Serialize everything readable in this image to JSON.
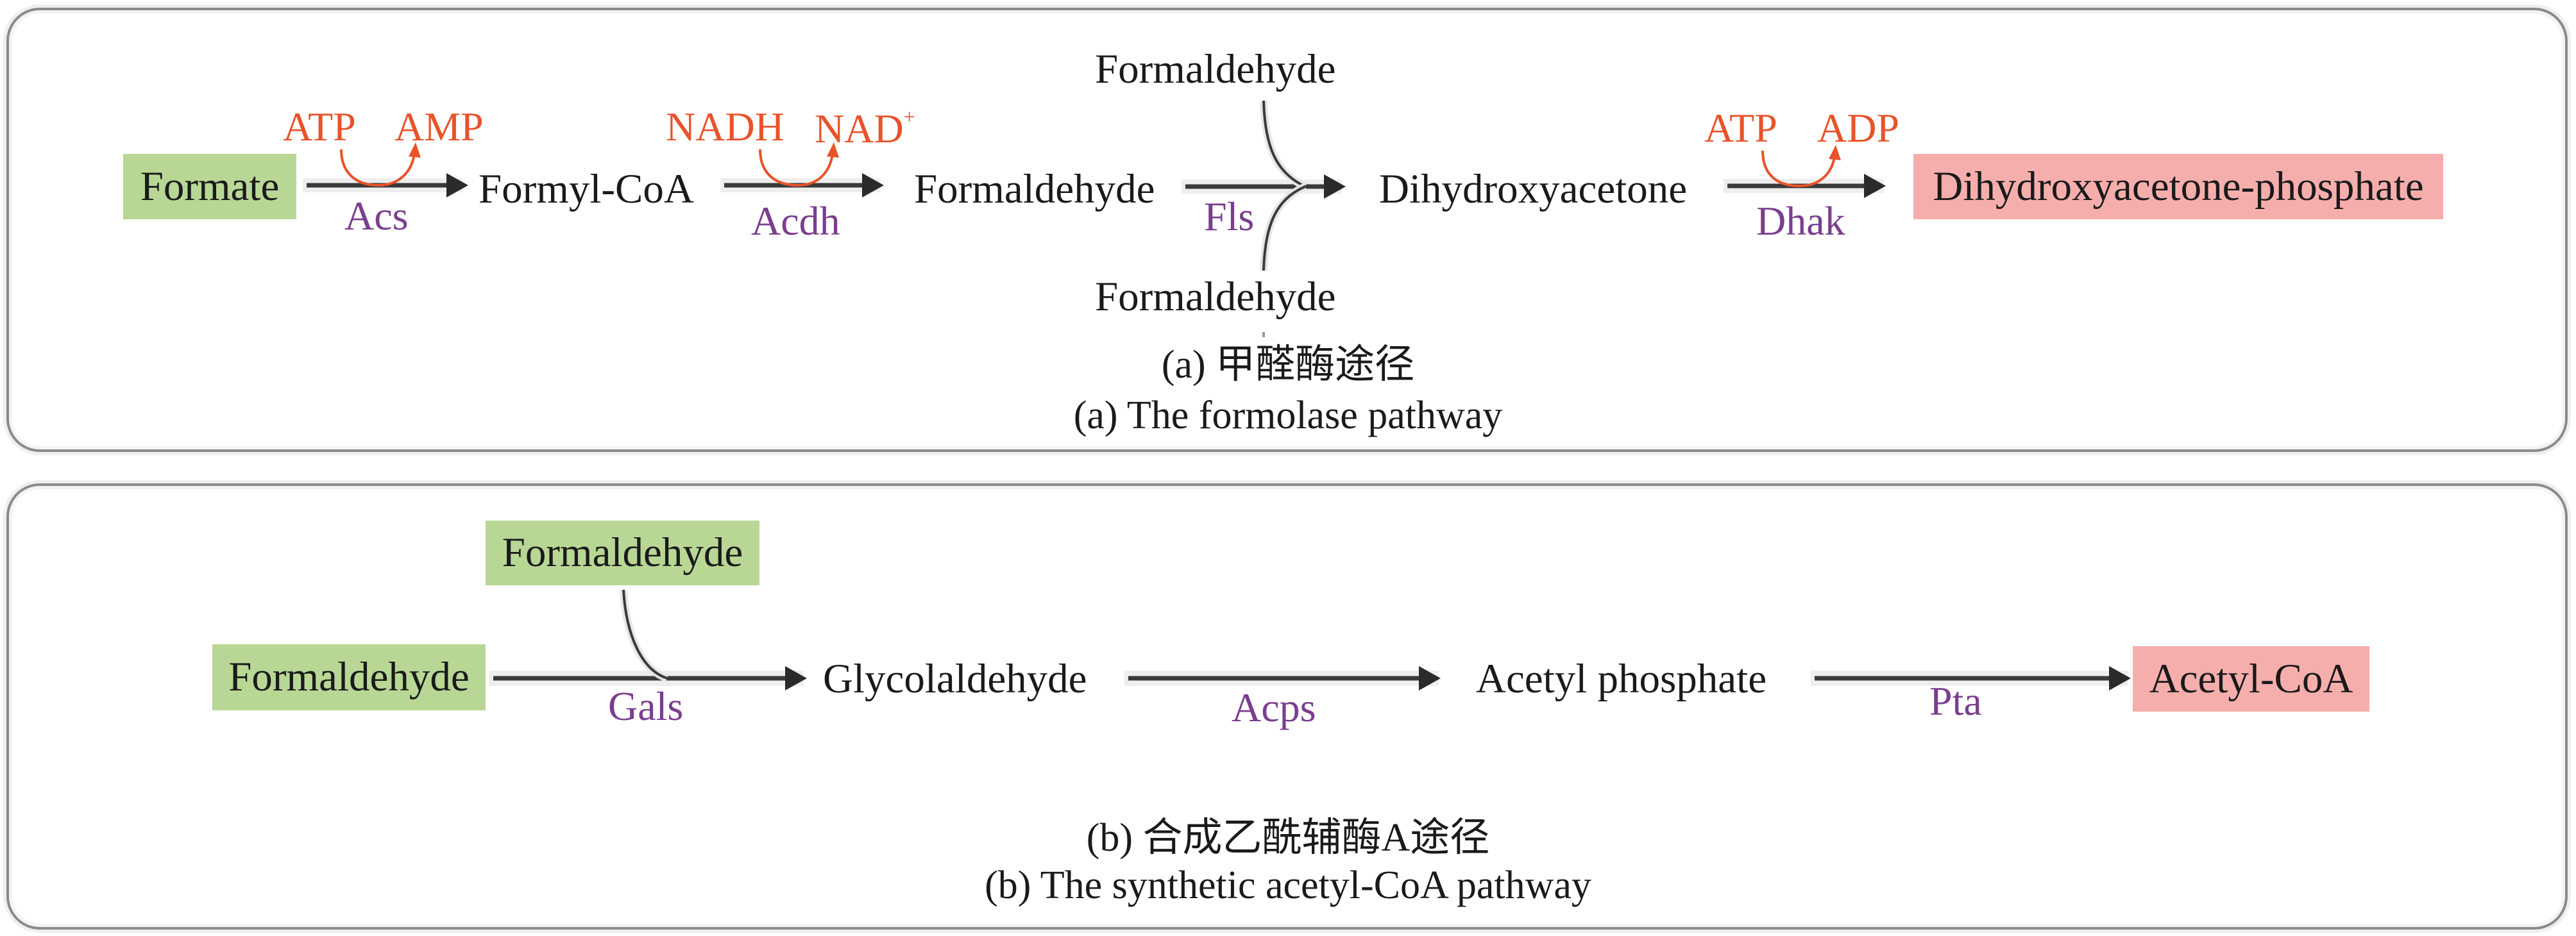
{
  "colors": {
    "substrate_box": "#b8d795",
    "product_box": "#f6aeac",
    "cofactor": "#e8532a",
    "enzyme": "#7a3e8e",
    "arrow": "#333333"
  },
  "panel_a": {
    "substrate": "Formate",
    "steps": [
      {
        "from": "Formate",
        "to": "Formyl-CoA",
        "enzyme": "Acs",
        "cofactor_in": "ATP",
        "cofactor_out": "AMP"
      },
      {
        "from": "Formyl-CoA",
        "to": "Formaldehyde",
        "enzyme": "Acdh",
        "cofactor_in": "NADH",
        "cofactor_out": "NAD",
        "cofactor_out_sup": "+"
      },
      {
        "from": "Formaldehyde",
        "to": "Dihydroxyacetone",
        "enzyme": "Fls",
        "co_substrates": [
          "Formaldehyde",
          "Formaldehyde"
        ]
      },
      {
        "from": "Dihydroxyacetone",
        "to": "Dihydroxyacetone-phosphate",
        "enzyme": "Dhak",
        "cofactor_in": "ATP",
        "cofactor_out": "ADP"
      }
    ],
    "intermediates": [
      "Formyl-CoA",
      "Formaldehyde",
      "Dihydroxyacetone"
    ],
    "product": "Dihydroxyacetone-phosphate",
    "caption_cn": "(a) 甲醛酶途径",
    "caption_en": "(a) The formolase pathway"
  },
  "panel_b": {
    "substrate": "Formaldehyde",
    "co_substrate": "Formaldehyde",
    "steps": [
      {
        "from": "Formaldehyde",
        "to": "Glycolaldehyde",
        "enzyme": "Gals"
      },
      {
        "from": "Glycolaldehyde",
        "to": "Acetyl phosphate",
        "enzyme": "Acps"
      },
      {
        "from": "Acetyl phosphate",
        "to": "Acetyl-CoA",
        "enzyme": "Pta"
      }
    ],
    "intermediates": [
      "Glycolaldehyde",
      "Acetyl phosphate"
    ],
    "product": "Acetyl-CoA",
    "caption_cn": "(b) 合成乙酰辅酶A途径",
    "caption_en": "(b) The synthetic acetyl-CoA pathway"
  }
}
